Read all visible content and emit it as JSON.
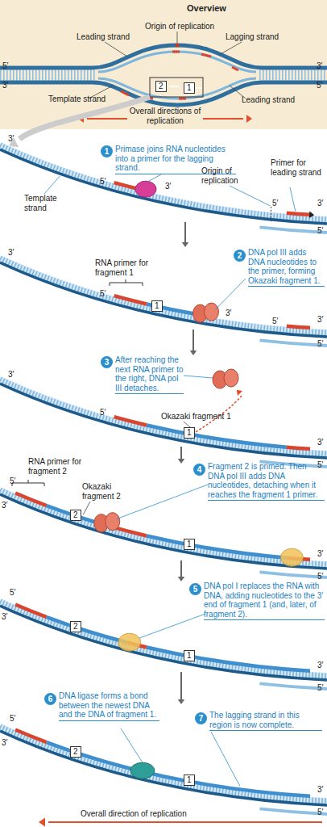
{
  "diagram": {
    "nodes": [
      {
        "text": [
          "Overview"
        ]
      }
    ],
    "labels": [
      "Origin of replication",
      "Leading strand",
      "Lagging strand",
      "5′",
      "3′",
      "3′",
      "5′",
      "2",
      "1",
      "Template strand",
      "Leading strand",
      "Overall directions of replication",
      "3′",
      "1",
      "Primase joins RNA nucleotides into a primer for the lagging strand.",
      "Primer for leading strand",
      "Template strand",
      "5′",
      "3′",
      "Origin of replication",
      "5′",
      "3′",
      "5′",
      "3′",
      "2",
      "DNA pol III adds DNA nucleotides to the primer, forming Okazaki fragment 1.",
      "RNA primer for fragment 1",
      "5′",
      "1",
      "3′",
      "5′",
      "3′",
      "5′",
      "3",
      "After reaching the next RNA primer to the right, DNA pol III detaches.",
      "3′",
      "Okazaki fragment 1",
      "5′",
      "1",
      "3′",
      "5′",
      "RNA primer for fragment 2",
      "4",
      "Fragment 2 is primed. Then DNA pol III adds DNA nucleotides, detaching when it reaches the fragment 1 primer.",
      "3′",
      "5′",
      "Okazaki fragment 2",
      "2",
      "1",
      "3′",
      "5′",
      "5",
      "DNA pol I replaces the RNA with DNA, adding nucleotides to the 3′ end of fragment 1 (and, later, of fragment 2).",
      "3′",
      "5′",
      "2",
      "1",
      "3′",
      "5′",
      "6",
      "DNA ligase forms a bond between the newest DNA and the DNA of fragment 1.",
      "7",
      "The lagging strand in this region is now complete.",
      "5′",
      "3′",
      "2",
      "1",
      "3′",
      "5′",
      "Overall direction of replication"
    ]
  }
}
